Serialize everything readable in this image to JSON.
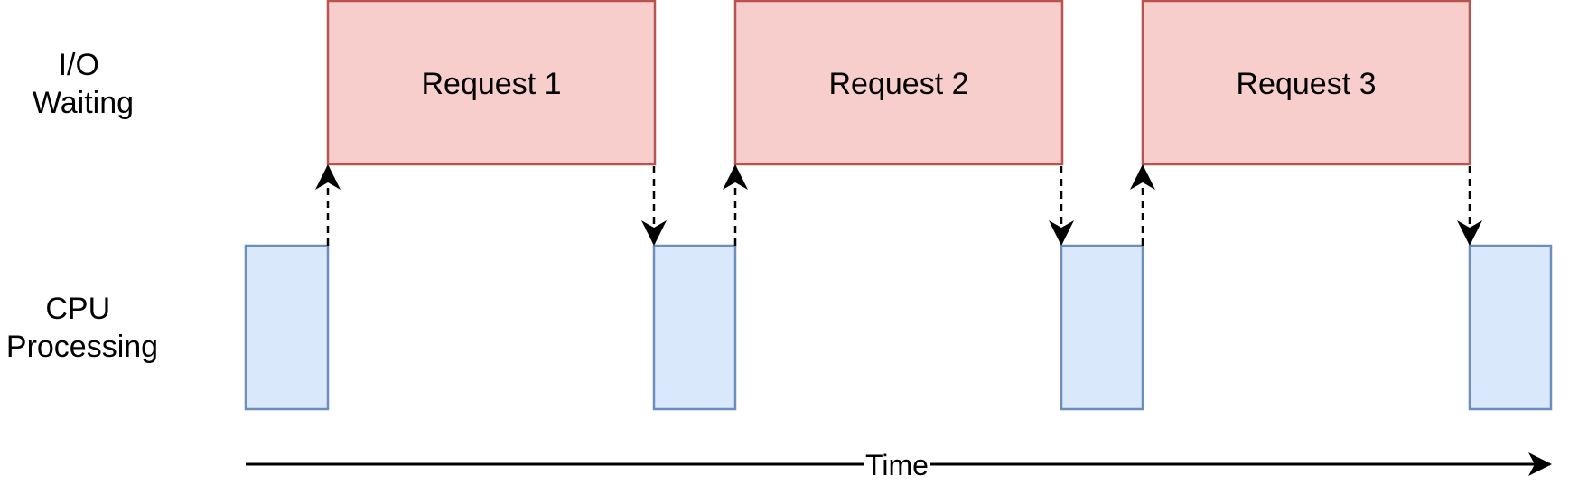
{
  "labels": {
    "io_line1": "I/O",
    "io_line2": "Waiting",
    "cpu_line1": "CPU",
    "cpu_line2": "Processing"
  },
  "requests": [
    {
      "label": "Request 1"
    },
    {
      "label": "Request 2"
    },
    {
      "label": "Request 3"
    }
  ],
  "time_axis": {
    "label": "Time"
  },
  "colors": {
    "request_fill": "#f8cecc",
    "request_stroke": "#b85450",
    "cpu_fill": "#dae8fc",
    "cpu_stroke": "#6c8ebf",
    "line": "#000000"
  }
}
